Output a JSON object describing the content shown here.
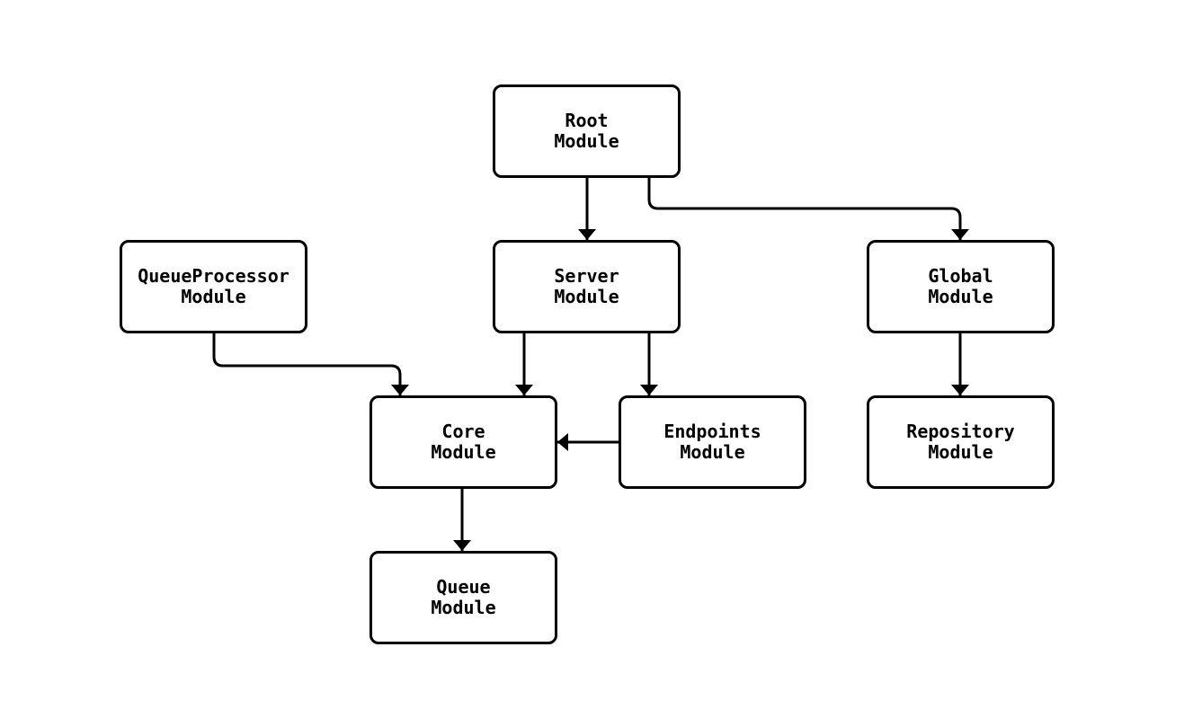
{
  "diagram": {
    "background_color": "#ffffff",
    "node_fill_color": "#ffffff",
    "node_border_color": "#000000",
    "line_color": "#000000",
    "nodes": [
      {
        "id": "root",
        "label": "Root\nModule"
      },
      {
        "id": "queueprocessor",
        "label": "QueueProcessor\nModule"
      },
      {
        "id": "server",
        "label": "Server\nModule"
      },
      {
        "id": "global",
        "label": "Global\nModule"
      },
      {
        "id": "core",
        "label": "Core\nModule"
      },
      {
        "id": "endpoints",
        "label": "Endpoints\nModule"
      },
      {
        "id": "repository",
        "label": "Repository\nModule"
      },
      {
        "id": "queue",
        "label": "Queue\nModule"
      }
    ],
    "edges": [
      {
        "from": "root",
        "to": "server"
      },
      {
        "from": "root",
        "to": "global"
      },
      {
        "from": "queueprocessor",
        "to": "core"
      },
      {
        "from": "server",
        "to": "core"
      },
      {
        "from": "server",
        "to": "endpoints"
      },
      {
        "from": "endpoints",
        "to": "core"
      },
      {
        "from": "global",
        "to": "repository"
      },
      {
        "from": "core",
        "to": "queue"
      }
    ]
  }
}
